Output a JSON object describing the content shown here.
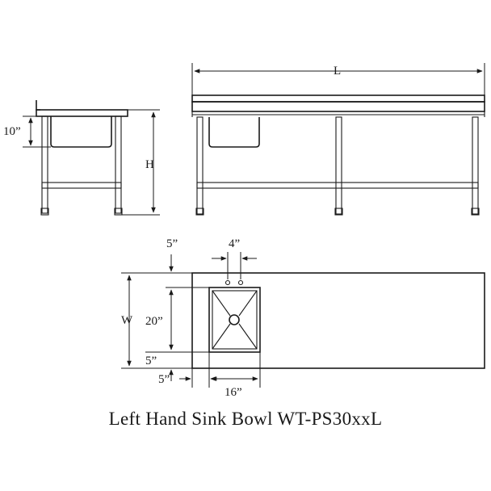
{
  "caption": "Left Hand Sink Bowl  WT-PS30xxL",
  "side_view": {
    "sink_depth_label": "10”",
    "height_label": "H"
  },
  "front_view": {
    "length_label": "L"
  },
  "top_view": {
    "offset_top_label": "5”",
    "faucet_spacing_label": "4”",
    "width_label": "W",
    "bowl_depth_label": "20”",
    "offset_bottom_label": "5”",
    "offset_left_label": "5”",
    "bowl_width_label": "16”"
  }
}
